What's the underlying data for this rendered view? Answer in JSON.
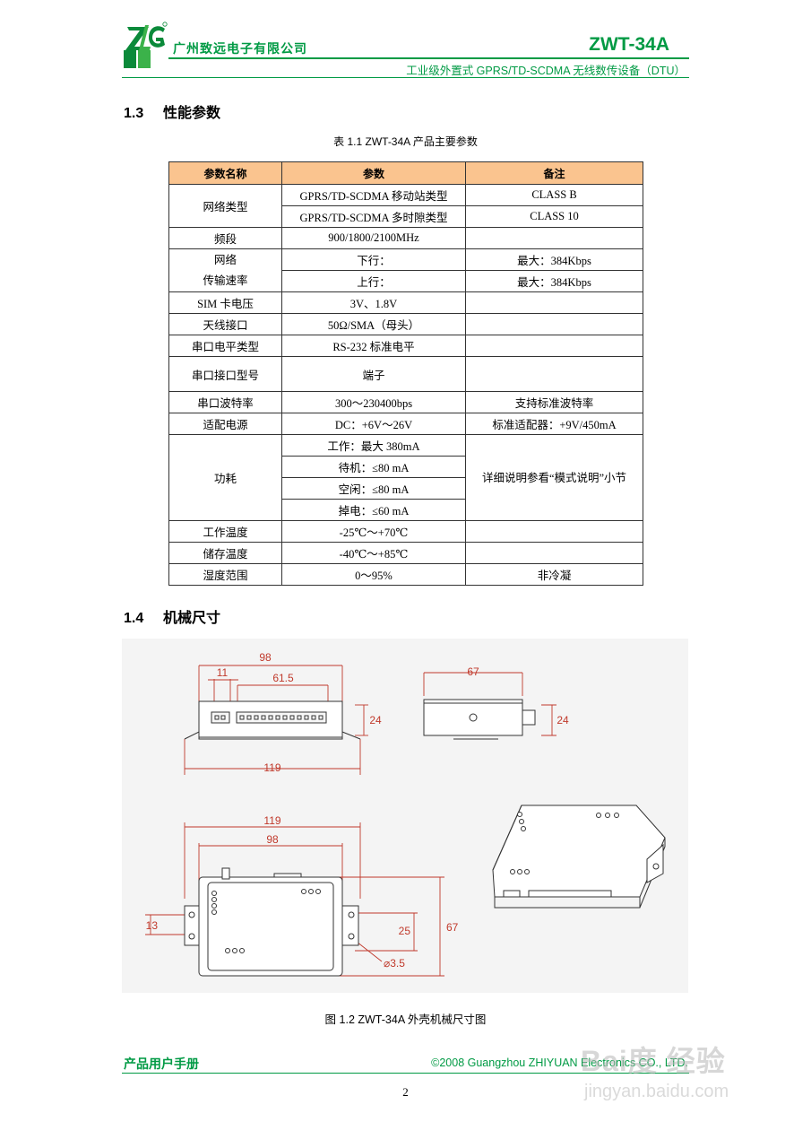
{
  "header": {
    "company": "广州致远电子有限公司",
    "product_code": "ZWT-34A",
    "subtitle": "工业级外置式 GPRS/TD-SCDMA 无线数传设备（DTU）",
    "logo_icon": "zlg-logo-icon",
    "accent_color": "#009a44"
  },
  "section_13": {
    "num": "1.3",
    "title": "性能参数"
  },
  "table": {
    "caption": "表 1.1   ZWT-34A 产品主要参数",
    "header_color": "#fac48f",
    "columns": [
      "参数名称",
      "参数",
      "备注"
    ],
    "network_type": {
      "name": "网络类型",
      "rows": [
        {
          "param": "GPRS/TD-SCDMA  移动站类型",
          "note": "CLASS B"
        },
        {
          "param": "GPRS/TD-SCDMA  多时隙类型",
          "note": "CLASS 10"
        }
      ]
    },
    "band": {
      "name": "频段",
      "param": "900/1800/2100MHz",
      "note": ""
    },
    "rate": {
      "name_line1": "网络",
      "name_line2": "传输速率",
      "rows": [
        {
          "param": "下行：",
          "note": "最大：384Kbps"
        },
        {
          "param": "上行：",
          "note": "最大：384Kbps"
        }
      ]
    },
    "sim": {
      "name": "SIM 卡电压",
      "param": "3V、1.8V",
      "note": ""
    },
    "antenna": {
      "name": "天线接口",
      "param": "50Ω/SMA（母头）",
      "note": ""
    },
    "serial_level": {
      "name": "串口电平类型",
      "param": "RS-232 标准电平",
      "note": ""
    },
    "serial_port": {
      "name": "串口接口型号",
      "param": "端子",
      "note": ""
    },
    "baud": {
      "name": "串口波特率",
      "param": "300～230400bps",
      "note": "支持标准波特率"
    },
    "power": {
      "name": "适配电源",
      "param": "DC：+6V～26V",
      "note": "标准适配器：+9V/450mA"
    },
    "consumption": {
      "name": "功耗",
      "rows": [
        "工作：最大 380mA",
        "待机：≤80 mA",
        "空闲：≤80 mA",
        "掉电：≤60 mA"
      ],
      "note": "详细说明参看“模式说明”小节"
    },
    "work_temp": {
      "name": "工作温度",
      "param": "-25℃～+70℃",
      "note": ""
    },
    "store_temp": {
      "name": "储存温度",
      "param": "-40℃～+85℃",
      "note": ""
    },
    "humidity": {
      "name": "湿度范围",
      "param": "0～95%",
      "note": "非冷凝"
    }
  },
  "section_14": {
    "num": "1.4",
    "title": "机械尺寸"
  },
  "drawing": {
    "front": {
      "width_98": "98",
      "dim_11": "11",
      "dim_615": "61.5",
      "height_24": "24",
      "width_119": "119"
    },
    "side": {
      "depth_67": "67",
      "height_24": "24"
    },
    "top": {
      "width_119": "119",
      "width_98": "98",
      "dim_13": "13",
      "dim_25": "25",
      "depth_67": "67",
      "hole": "⌀3.5"
    }
  },
  "figure_caption": "图 1.2   ZWT-34A 外壳机械尺寸图",
  "footer": {
    "left": "产品用户手册",
    "right": "©2008 Guangzhou ZHIYUAN Electronics CO., LTD.",
    "page": "2"
  },
  "watermark": {
    "logo_text": "Bai度 经验",
    "url": "jingyan.baidu.com"
  }
}
